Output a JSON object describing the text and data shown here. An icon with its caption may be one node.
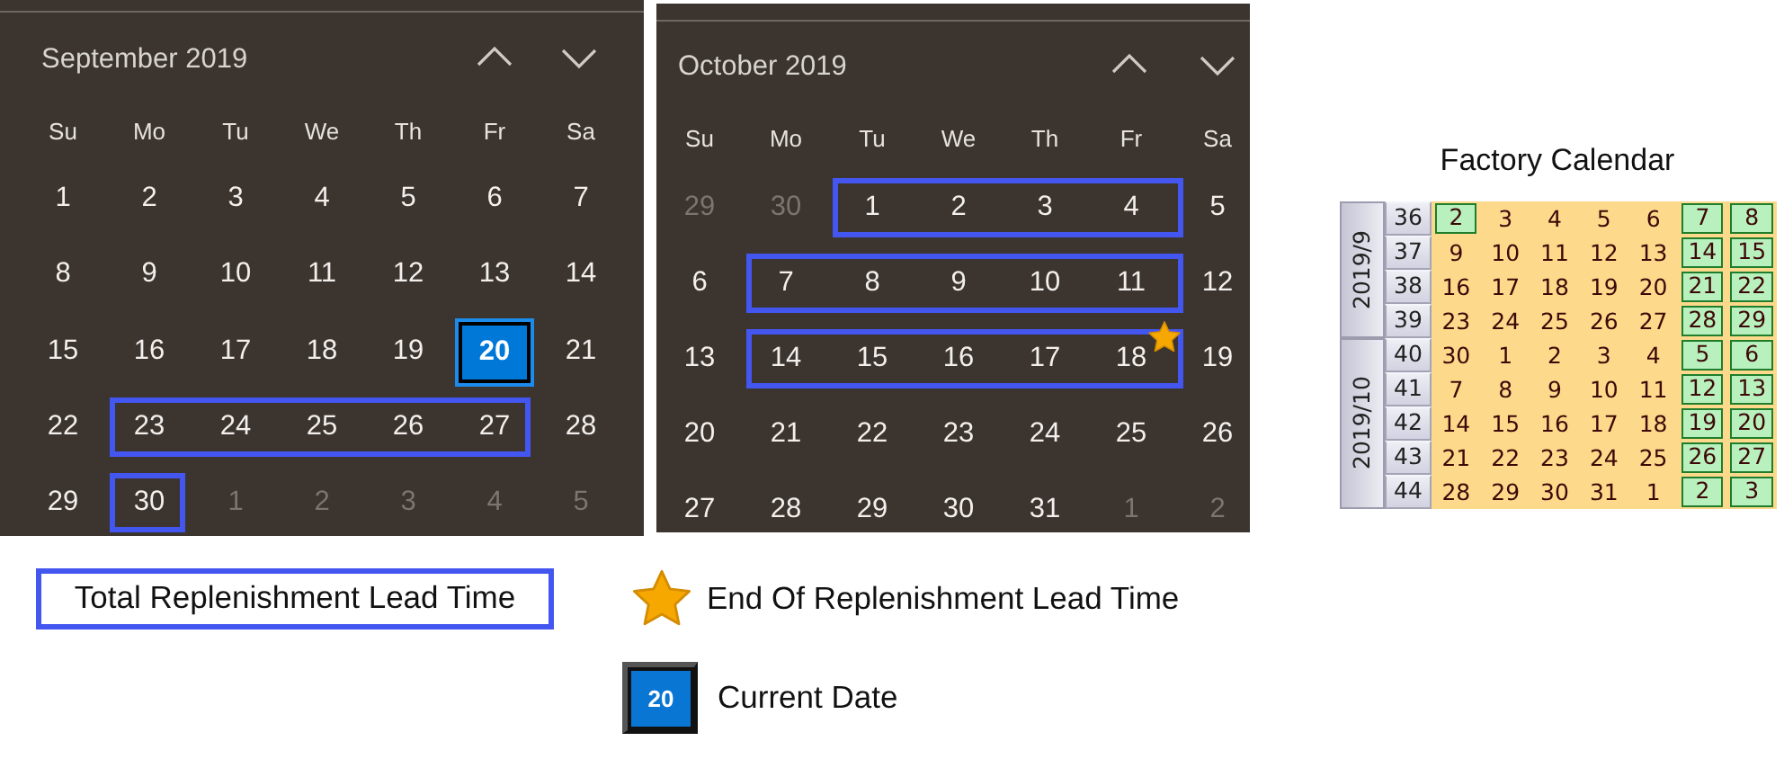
{
  "diagram": {
    "nodes": [
      {
        "text": [
          "20"
        ]
      },
      {
        "text": [
          "23",
          "24",
          "25",
          "26",
          "27"
        ]
      },
      {
        "text": [
          "30"
        ]
      },
      {
        "text": [
          "1",
          "2",
          "3",
          "4"
        ]
      },
      {
        "text": [
          "7",
          "8",
          "9",
          "10",
          "11"
        ]
      },
      {
        "text": [
          "14",
          "15",
          "16",
          "17",
          "18"
        ]
      }
    ],
    "labels": [
      "September 2019",
      "Su",
      "Mo",
      "Tu",
      "We",
      "Th",
      "Fr",
      "Sa",
      "1",
      "2",
      "3",
      "4",
      "5",
      "6",
      "7",
      "8",
      "9",
      "10",
      "11",
      "12",
      "13",
      "14",
      "15",
      "16",
      "17",
      "18",
      "19",
      "21",
      "22",
      "28",
      "29",
      "1",
      "2",
      "3",
      "4",
      "5",
      "October 2019",
      "Su",
      "Mo",
      "Tu",
      "We",
      "Th",
      "Fr",
      "Sa",
      "29",
      "30",
      "5",
      "6",
      "12",
      "13",
      "19",
      "20",
      "21",
      "22",
      "23",
      "24",
      "25",
      "26",
      "27",
      "28",
      "29",
      "30",
      "31",
      "1",
      "2",
      "Factory Calendar",
      "2019/9",
      "36",
      "2",
      "3",
      "4",
      "5",
      "6",
      "7",
      "8",
      "37",
      "9",
      "10",
      "11",
      "12",
      "13",
      "14",
      "15",
      "38",
      "16",
      "17",
      "18",
      "19",
      "20",
      "21",
      "22",
      "39",
      "23",
      "24",
      "25",
      "26",
      "27",
      "28",
      "29",
      "2019/10",
      "40",
      "30",
      "1",
      "2",
      "3",
      "4",
      "5",
      "6",
      "41",
      "7",
      "8",
      "9",
      "10",
      "11",
      "12",
      "13",
      "42",
      "14",
      "15",
      "16",
      "17",
      "18",
      "19",
      "20",
      "43",
      "21",
      "22",
      "23",
      "24",
      "25",
      "26",
      "27",
      "44",
      "28",
      "29",
      "30",
      "31",
      "1",
      "2",
      "3",
      "20"
    ],
    "legend": [
      {
        "text": "Total Replenishment Lead Time"
      },
      {
        "text": "End Of Replenishment Lead Time"
      },
      {
        "text": "Current Date"
      }
    ]
  }
}
